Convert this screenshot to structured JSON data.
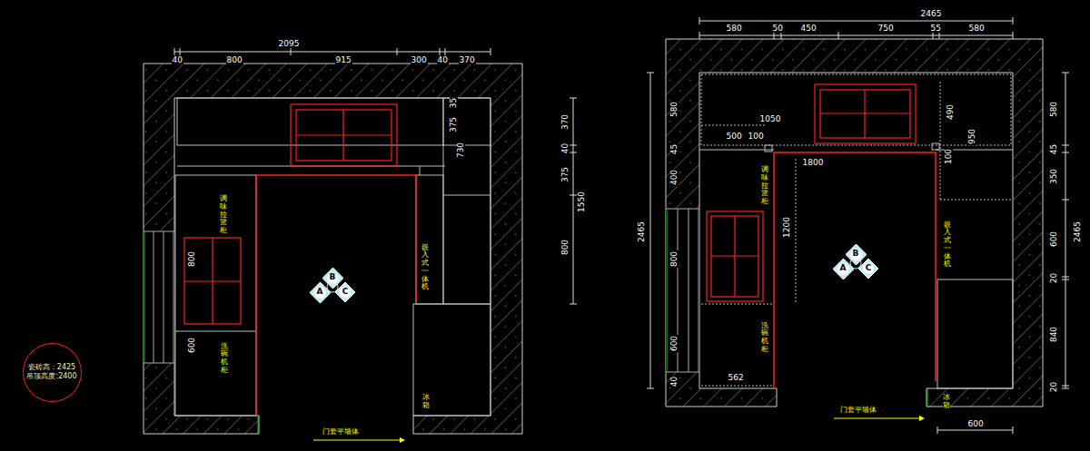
{
  "diagram": {
    "nodes": [
      {
        "text": [
          "瓷砖高：2425",
          "吊顶高度:2400"
        ]
      },
      {
        "text": [
          "A"
        ]
      },
      {
        "text": [
          "B"
        ]
      },
      {
        "text": [
          "C"
        ]
      },
      {
        "text": [
          "A"
        ]
      },
      {
        "text": [
          "B"
        ]
      },
      {
        "text": [
          "C"
        ]
      }
    ],
    "labels": [
      "2095",
      "40",
      "800",
      "915",
      "300",
      "40",
      "370",
      "35",
      "375",
      "730",
      "370",
      "40",
      "375",
      "1550",
      "800",
      "800",
      "600",
      "调味拉篮柜",
      "洗碗机柜",
      "嵌入式一体机",
      "冰箱",
      "门套平墙体",
      "2465",
      "580",
      "50",
      "450",
      "750",
      "55",
      "580",
      "2465",
      "580",
      "45",
      "400",
      "800",
      "600",
      "40",
      "580",
      "45",
      "350",
      "600",
      "20",
      "840",
      "20",
      "2465",
      "1050",
      "500",
      "100",
      "1800",
      "490",
      "100",
      "950",
      "1200",
      "562",
      "600",
      "调味拉篮柜",
      "洗碗机柜",
      "嵌入式一体机",
      "冰箱",
      "门套平墙体"
    ]
  }
}
